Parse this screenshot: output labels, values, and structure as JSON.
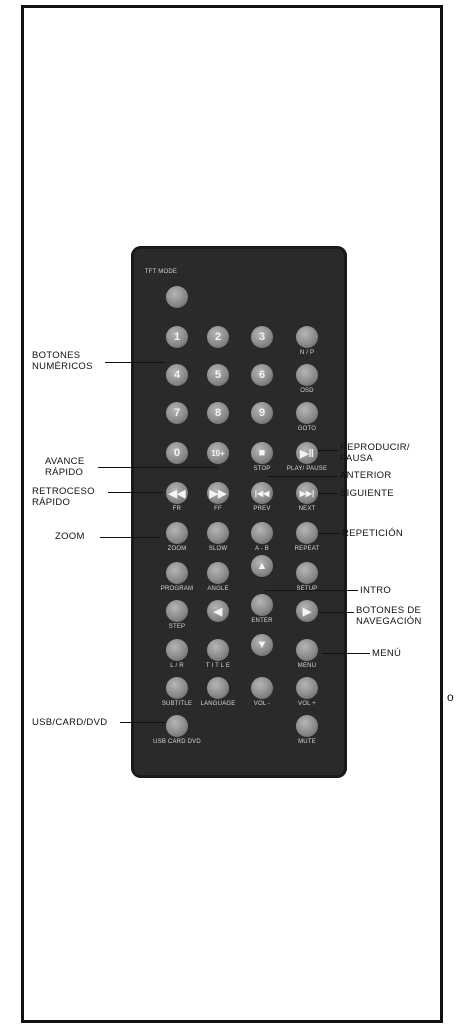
{
  "remote": {
    "mode_label": "TFT MODE",
    "buttons": [
      {
        "id": "tft-mode",
        "glyph": "",
        "label": ""
      },
      {
        "id": "num-1",
        "glyph": "1",
        "label": ""
      },
      {
        "id": "num-2",
        "glyph": "2",
        "label": ""
      },
      {
        "id": "num-3",
        "glyph": "3",
        "label": ""
      },
      {
        "id": "n-p",
        "glyph": "",
        "label": "N / P"
      },
      {
        "id": "num-4",
        "glyph": "4",
        "label": ""
      },
      {
        "id": "num-5",
        "glyph": "5",
        "label": ""
      },
      {
        "id": "num-6",
        "glyph": "6",
        "label": ""
      },
      {
        "id": "osd",
        "glyph": "",
        "label": "OSD"
      },
      {
        "id": "num-7",
        "glyph": "7",
        "label": ""
      },
      {
        "id": "num-8",
        "glyph": "8",
        "label": ""
      },
      {
        "id": "num-9",
        "glyph": "9",
        "label": ""
      },
      {
        "id": "goto",
        "glyph": "",
        "label": "GOTO"
      },
      {
        "id": "num-0",
        "glyph": "0",
        "label": ""
      },
      {
        "id": "num-10plus",
        "glyph": "10+",
        "label": ""
      },
      {
        "id": "stop",
        "glyph": "■",
        "label": "STOP"
      },
      {
        "id": "play-pause",
        "glyph": "▶‖",
        "label": "PLAY/ PAUSE"
      },
      {
        "id": "fr",
        "glyph": "◀◀",
        "label": "FR"
      },
      {
        "id": "ff",
        "glyph": "▶▶",
        "label": "FF"
      },
      {
        "id": "prev",
        "glyph": "|◀◀",
        "label": "PREV"
      },
      {
        "id": "next",
        "glyph": "▶▶|",
        "label": "NEXT"
      },
      {
        "id": "zoom",
        "glyph": "",
        "label": "ZOOM"
      },
      {
        "id": "slow",
        "glyph": "",
        "label": "SLOW"
      },
      {
        "id": "a-b",
        "glyph": "",
        "label": "A - B"
      },
      {
        "id": "repeat",
        "glyph": "",
        "label": "REPEAT"
      },
      {
        "id": "program",
        "glyph": "",
        "label": "PROGRAM"
      },
      {
        "id": "angle",
        "glyph": "",
        "label": "ANGLE"
      },
      {
        "id": "up",
        "glyph": "▲",
        "label": ""
      },
      {
        "id": "setup",
        "glyph": "",
        "label": "SETUP"
      },
      {
        "id": "step",
        "glyph": "",
        "label": "STEP"
      },
      {
        "id": "left",
        "glyph": "◀",
        "label": ""
      },
      {
        "id": "enter",
        "glyph": "",
        "label": "ENTER"
      },
      {
        "id": "right",
        "glyph": "▶",
        "label": ""
      },
      {
        "id": "l-r",
        "glyph": "",
        "label": "L / R"
      },
      {
        "id": "title",
        "glyph": "",
        "label": "T I T L E"
      },
      {
        "id": "down",
        "glyph": "▼",
        "label": ""
      },
      {
        "id": "menu",
        "glyph": "",
        "label": "MENU"
      },
      {
        "id": "subtitle",
        "glyph": "",
        "label": "SUBTITLE"
      },
      {
        "id": "language",
        "glyph": "",
        "label": "LANGUAGE"
      },
      {
        "id": "vol-minus",
        "glyph": "",
        "label": "VOL -"
      },
      {
        "id": "vol-plus",
        "glyph": "",
        "label": "VOL +"
      },
      {
        "id": "usb-card-dvd",
        "glyph": "",
        "label": "USB CARD DVD"
      },
      {
        "id": "mute",
        "glyph": "",
        "label": "MUTE"
      }
    ]
  },
  "callouts": {
    "botones_numericos": "BOTONES\nNUMÉRICOS",
    "avance_rapido": "AVANCE\nRÁPIDO",
    "retroceso_rapido": "RETROCESO\nRÁPIDO",
    "zoom": "ZOOM",
    "usb_card_dvd": "USB/CARD/DVD",
    "reproducir_pausa": "REPRODUCIR/\nPAUSA",
    "anterior": "ANTERIOR",
    "siguiente": "SIGUIENTE",
    "repeticion": "REPETICIÓN",
    "intro": "INTRO",
    "botones_navegacion": "BOTONES DE\nNAVEGACIÓN",
    "menu": "MENÚ"
  },
  "stray_glyph": "o"
}
